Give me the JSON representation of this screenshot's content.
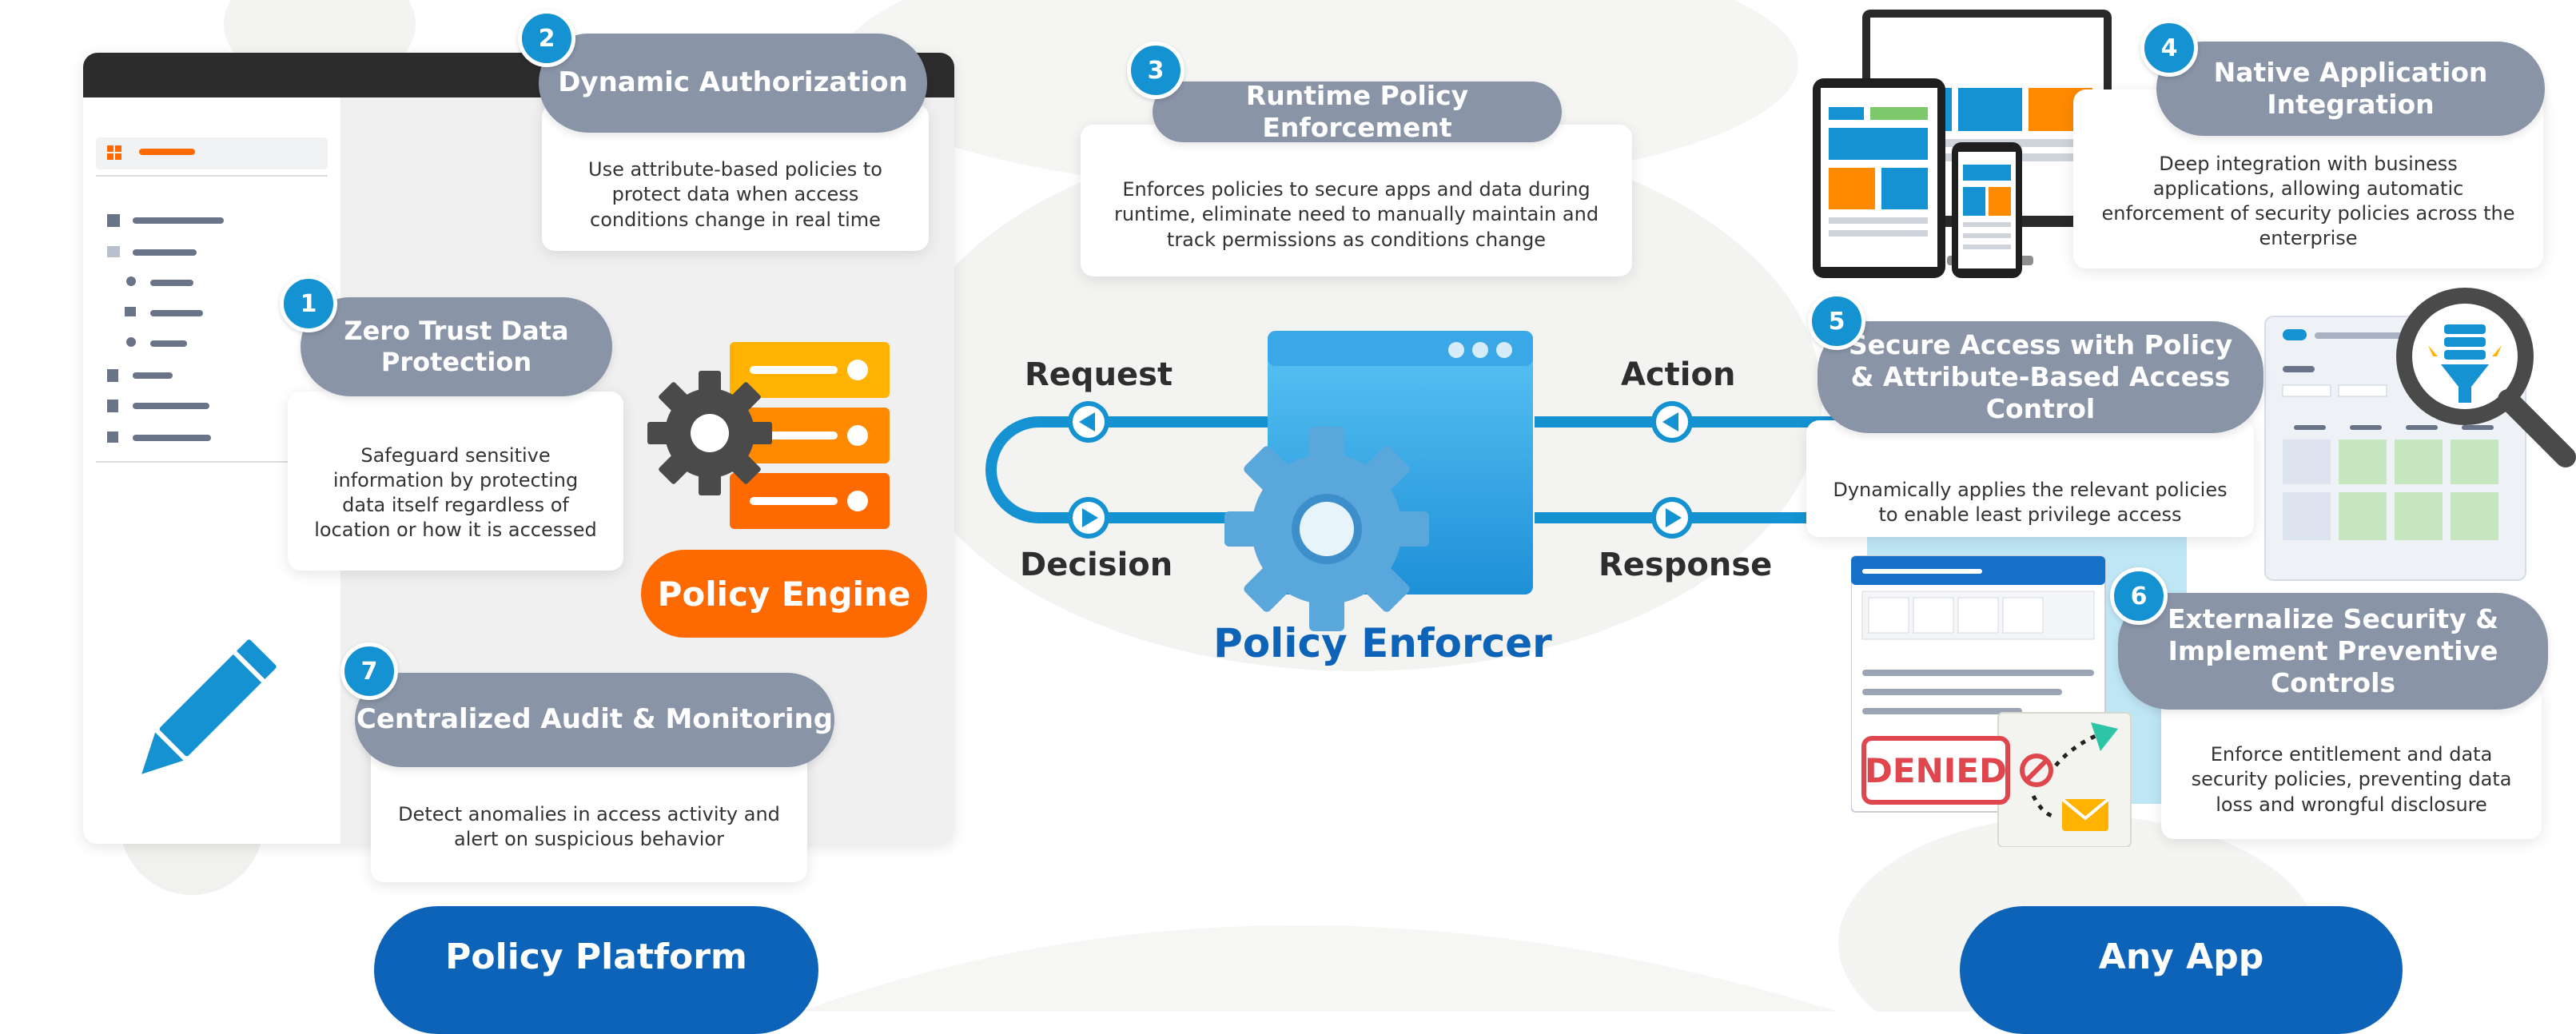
{
  "features": [
    {
      "number": "1",
      "title": "Zero Trust Data Protection",
      "description": "Safeguard sensitive information by protecting data itself regardless of location or how it is accessed"
    },
    {
      "number": "2",
      "title": "Dynamic Authorization",
      "description": "Use attribute-based policies to protect data when access conditions change in real time"
    },
    {
      "number": "3",
      "title": "Runtime Policy Enforcement",
      "description": "Enforces policies to secure apps and data during runtime, eliminate need to manually maintain and track permissions as conditions change"
    },
    {
      "number": "4",
      "title": "Native Application Integration",
      "description": "Deep integration with business applications, allowing automatic enforcement of security policies across the enterprise"
    },
    {
      "number": "5",
      "title": "Secure Access with Policy & Attribute-Based Access Control",
      "description": "Dynamically applies the relevant policies to enable least privilege access"
    },
    {
      "number": "6",
      "title": "Externalize Security & Implement Preventive Controls",
      "description": "Enforce entitlement and data security policies, preventing data loss and wrongful disclosure"
    },
    {
      "number": "7",
      "title": "Centralized Audit & Monitoring",
      "description": "Detect anomalies in access activity and alert on suspicious behavior"
    }
  ],
  "flow": {
    "request": "Request",
    "decision": "Decision",
    "action": "Action",
    "response": "Response"
  },
  "policy_engine": "Policy Engine",
  "policy_enforcer": "Policy Enforcer",
  "policy_platform": "Policy Platform",
  "any_app": "Any App",
  "denied_stamp": "DENIED",
  "colors": {
    "blue": "#1592d2",
    "dark_blue": "#0d63b8",
    "orange": "#ff6a00",
    "amber": "#ffb300",
    "pill_gray": "#8994a6",
    "denied_red": "#e0464d"
  }
}
